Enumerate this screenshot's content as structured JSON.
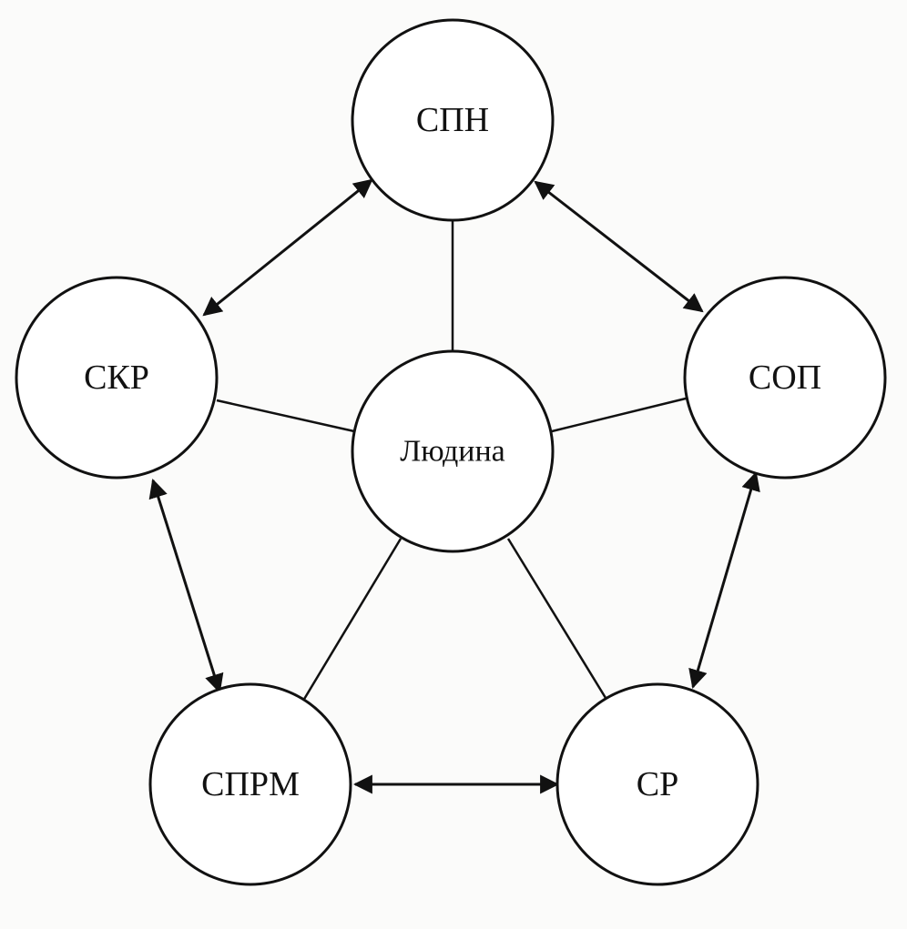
{
  "diagram": {
    "center": {
      "id": "human",
      "label": "Людина"
    },
    "nodes": [
      {
        "id": "spn",
        "label": "СПН"
      },
      {
        "id": "sop",
        "label": "СОП"
      },
      {
        "id": "sr",
        "label": "СР"
      },
      {
        "id": "sprm",
        "label": "СПРМ"
      },
      {
        "id": "skr",
        "label": "СКР"
      }
    ],
    "spokes": [
      {
        "from": "human",
        "to": "spn"
      },
      {
        "from": "human",
        "to": "sop"
      },
      {
        "from": "human",
        "to": "sr"
      },
      {
        "from": "human",
        "to": "sprm"
      },
      {
        "from": "human",
        "to": "skr"
      }
    ],
    "links": [
      {
        "from": "spn",
        "to": "sop",
        "arrows": "both"
      },
      {
        "from": "sop",
        "to": "sr",
        "arrows": "both"
      },
      {
        "from": "sr",
        "to": "sprm",
        "arrows": "both"
      },
      {
        "from": "sprm",
        "to": "skr",
        "arrows": "both"
      },
      {
        "from": "skr",
        "to": "spn",
        "arrows": "both"
      }
    ],
    "colors": {
      "ink": "#111111",
      "background": "#fbfbfa"
    }
  }
}
